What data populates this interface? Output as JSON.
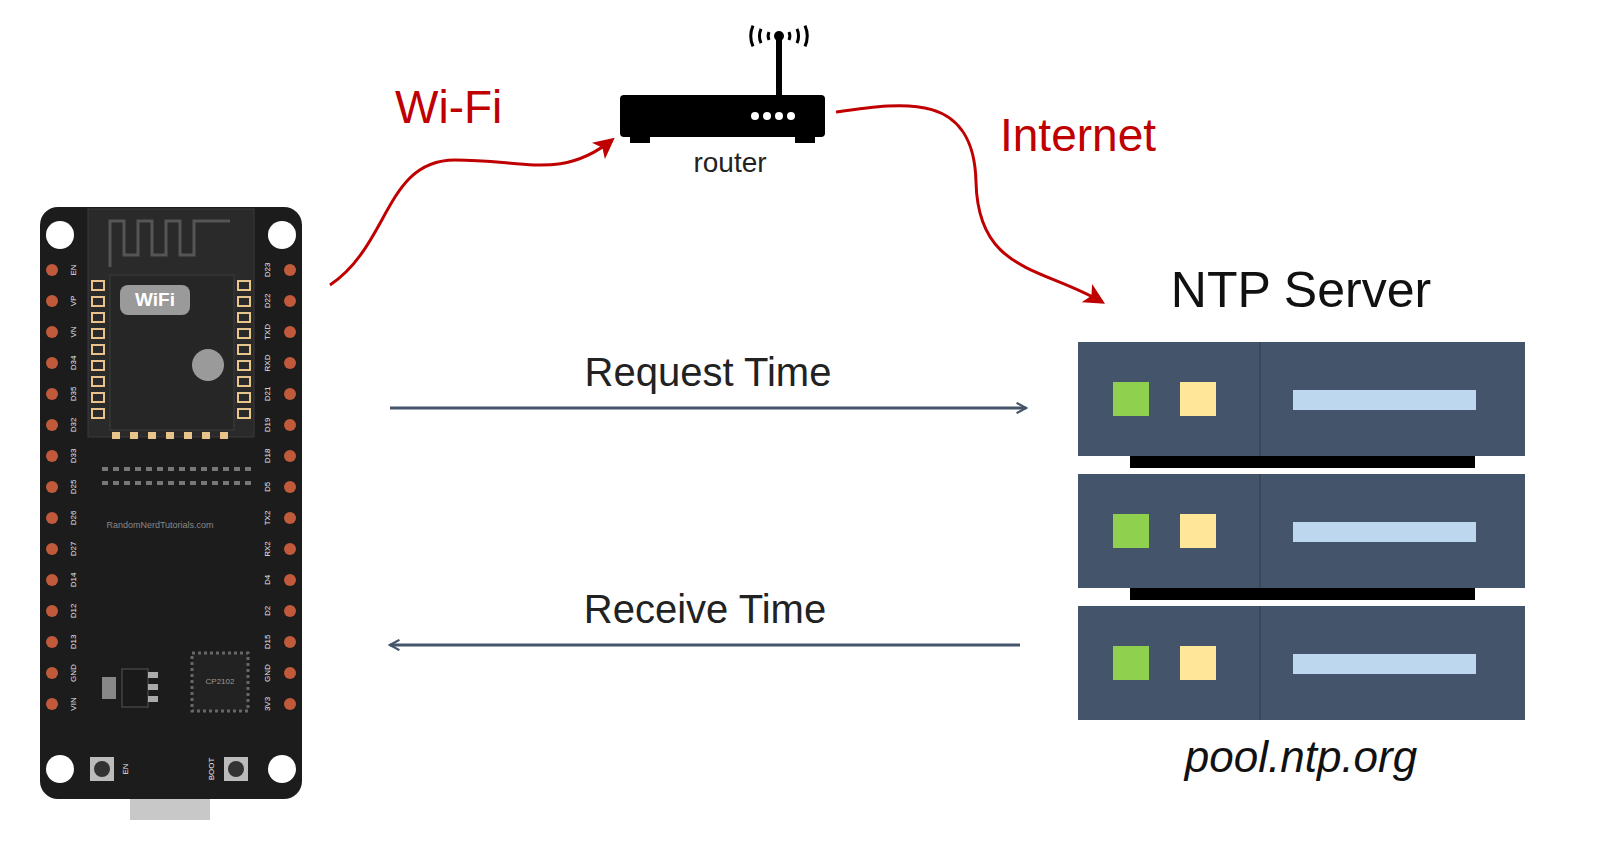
{
  "diagram": {
    "nodes": [
      {
        "text": [
          "WiFi"
        ]
      },
      {
        "text": [
          "router"
        ]
      },
      {
        "text": [
          "NTP Server",
          "pool.ntp.org"
        ]
      }
    ],
    "edges": [
      {
        "from": 0,
        "to": 1,
        "arrow": "to",
        "label": "Wi-Fi"
      },
      {
        "from": 1,
        "to": 2,
        "arrow": "to",
        "label": "Internet"
      },
      {
        "from": 0,
        "to": 2,
        "arrow": "to",
        "label": "Request Time"
      },
      {
        "from": 2,
        "to": 0,
        "arrow": "to",
        "label": "Receive Time"
      }
    ],
    "labels": [
      "EN",
      "VP",
      "VN",
      "D34",
      "D35",
      "D32",
      "D33",
      "D25",
      "D26",
      "D27",
      "D14",
      "D12",
      "D13",
      "GND",
      "VIN",
      "D23",
      "D22",
      "TXD",
      "RXD",
      "D21",
      "D19",
      "D18",
      "D5",
      "TX2",
      "RX2",
      "D4",
      "D2",
      "D15",
      "GND",
      "3V3",
      "RandomNerdTutorials.com",
      "CP2102",
      "EN",
      "BOOT"
    ]
  }
}
